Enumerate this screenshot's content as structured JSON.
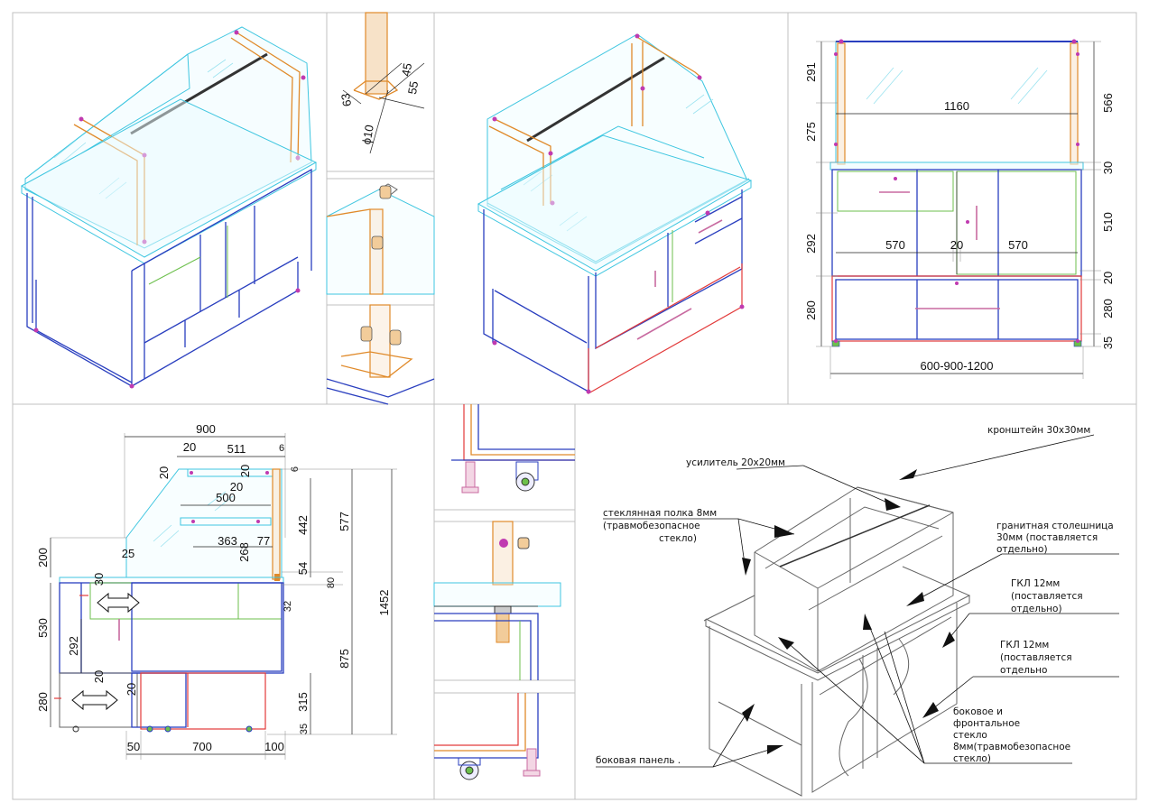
{
  "front_view": {
    "dims": {
      "h_291": "291",
      "h_275": "275",
      "h_566": "566",
      "h_30": "30",
      "h_292": "292",
      "h_510": "510",
      "h_20": "20",
      "h_280_left": "280",
      "h_280_right": "280",
      "h_35": "35",
      "w_1160": "1160",
      "w_570_left": "570",
      "w_20": "20",
      "w_570_right": "570",
      "w_total": "600-900-1200"
    }
  },
  "detail_top": {
    "dims": {
      "d10": "ϕ10",
      "d63": "63",
      "d45": "45",
      "d55": "55"
    }
  },
  "side_view": {
    "dims": {
      "w_900": "900",
      "d_20_top": "20",
      "d_511": "511",
      "d_6_top": "6",
      "d_20_left": "20",
      "d_20_mid": "20",
      "d_6_right": "6",
      "d_20_under": "20",
      "d_500": "500",
      "d_363": "363",
      "d_268": "268",
      "d_77": "77",
      "d_442": "442",
      "d_577": "577",
      "d_1452": "1452",
      "d_200": "200",
      "d_25": "25",
      "d_30": "30",
      "d_54": "54",
      "d_80": "80",
      "d_32": "32",
      "d_530": "530",
      "d_292": "292",
      "d_20_low": "20",
      "d_875": "875",
      "d_280": "280",
      "d_20_bottom": "20",
      "d_315": "315",
      "d_35": "35",
      "d_50": "50",
      "d_700": "700",
      "d_100": "100"
    }
  },
  "callouts": {
    "bracket": "кронштейн 30х30мм",
    "reinforcement": "усилитель 20х20мм",
    "glass_shelf_1": "стеклянная полка 8мм",
    "glass_shelf_2": "(травмобезопасное",
    "glass_shelf_3": "стекло)",
    "granite_1": "гранитная столешница",
    "granite_2": "30мм (поставляется",
    "granite_3": "отдельно)",
    "gkl1_1": "ГКЛ 12мм",
    "gkl1_2": "(поставляется",
    "gkl1_3": "отдельно)",
    "gkl2_1": "ГКЛ 12мм",
    "gkl2_2": "(поставляется",
    "gkl2_3": "отдельно",
    "glass_1": "боковое и",
    "glass_2": "фронтальное",
    "glass_3": "стекло",
    "glass_4": "8мм(травмобезопасное",
    "glass_5": "стекло)",
    "side_panel": "боковая панель ."
  },
  "colors": {
    "frame": "#2a3fbf",
    "glass": "#3fc6e0",
    "post": "#e08a2a",
    "panel": "#6cbf4c",
    "base": "#e23a3a",
    "handle": "#c86aa0"
  }
}
